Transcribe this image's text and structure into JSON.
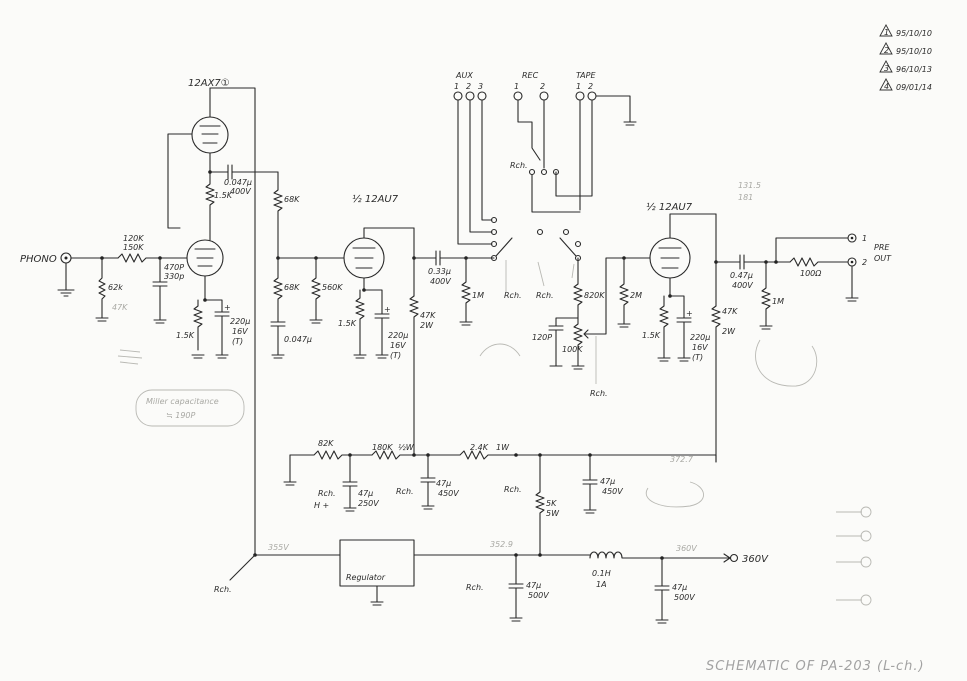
{
  "title": "SCHEMATIC OF PA-203 (L-ch.)",
  "revisions": [
    "95/10/10",
    "95/10/10",
    "96/10/13",
    "09/01/14"
  ],
  "phono_input": "PHONO",
  "tube_1": "12AX7①",
  "tube_2": "½ 12AU7",
  "tube_3": "½ 12AU7",
  "selector": {
    "aux": "AUX",
    "aux_pins": [
      "1",
      "2",
      "3"
    ],
    "rec": "REC",
    "rec_pins": [
      "1",
      "2"
    ],
    "tape": "TAPE",
    "tape_pins": [
      "1",
      "2"
    ]
  },
  "pre_out": {
    "line1": "PRE",
    "line2": "OUT",
    "pins": [
      "1",
      "2"
    ]
  },
  "supply_label": "360V",
  "regulator_label": "Regulator",
  "rch_label": "Rch.",
  "hplus_label": "H +",
  "components": {
    "r_120k": "120K",
    "r_150k": "150K",
    "r_62k": "62k",
    "r_47k_in": "47K",
    "c_470p": "470P",
    "c_330p": "330p",
    "r_1_5k_a": "1.5K",
    "r_1_5k_b": "1.5K",
    "c_220u_a": "220μ",
    "v_16v": "16V",
    "v_t": "(T)",
    "c_047_a": "0.047μ",
    "v_400v": "400V",
    "r_68k_a": "68K",
    "r_68k_b": "68K",
    "c_0047": "0.047μ",
    "r_560k": "560K",
    "r_1_5k_c": "1.5K",
    "c_220u_b": "220μ",
    "r_47k_2w_a": "47K",
    "w_2w": "2W",
    "c_033": "0.33μ",
    "r_1m_a": "1M",
    "r_820k": "820K",
    "c_120p": "120P",
    "vr_100k": "100K",
    "r_2m": "2M",
    "r_1_5k_d": "1.5K",
    "c_220u_c": "220μ",
    "r_47k_2w_b": "47K",
    "c_047_b": "0.47μ",
    "r_100": "100Ω",
    "r_1m_b": "1M",
    "r_82k": "82K",
    "r_180k": "180K",
    "w_half": "½W",
    "r_2_4k": "2.4K",
    "w_1w": "1W",
    "c_47u_a": "47μ",
    "v_250v": "250V",
    "c_47u_b": "47μ",
    "v_450v_a": "450V",
    "c_47u_c": "47μ",
    "v_450v_b": "450V",
    "r_5k": "5K",
    "w_5w": "5W",
    "c_47u_d": "47μ",
    "v_500v_a": "500V",
    "l_choke": "0.1H",
    "l_amp": "1A",
    "c_47u_e": "47μ",
    "v_500v_b": "500V"
  },
  "notes": {
    "miller": "Miller capacitance",
    "miller_value": "≒ 190P",
    "v_355": "355V",
    "v_360": "360V",
    "v_3529": "352.9",
    "v_3727": "372.7",
    "v_131": "131.5",
    "v_181": "181"
  }
}
